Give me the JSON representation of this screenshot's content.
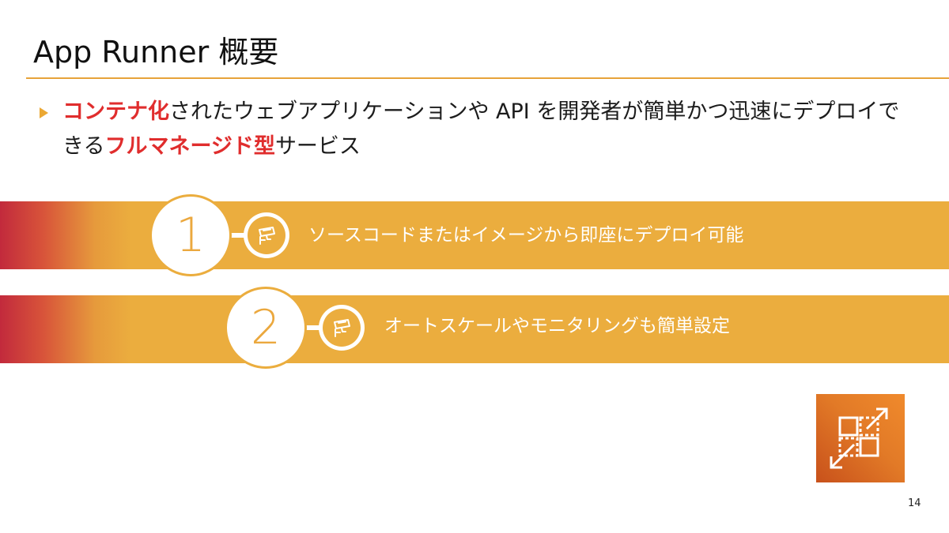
{
  "slide": {
    "title": "App Runner 概要",
    "page_number": "14"
  },
  "bullet": {
    "segments": [
      {
        "text": "コンテナ化",
        "highlight": true
      },
      {
        "text": "されたウェブアプリケーションや API を開発者が簡単かつ迅速にデプロイできる",
        "highlight": false
      },
      {
        "text": "フルマネージド型",
        "highlight": true
      },
      {
        "text": "サービス",
        "highlight": false
      }
    ]
  },
  "features": [
    {
      "number": "1",
      "text": "ソースコードまたはイメージから即座にデプロイ可能",
      "icon": "camera-icon"
    },
    {
      "number": "2",
      "text": "オートスケールやモニタリングも簡単設定",
      "icon": "camera-icon"
    }
  ],
  "service_icon": "app-runner-icon",
  "colors": {
    "accent": "#ebad3e",
    "highlight": "#e02d2d",
    "rule": "#e7a33a",
    "band_left": "#c22a3c",
    "service_icon": "#e27a27"
  }
}
